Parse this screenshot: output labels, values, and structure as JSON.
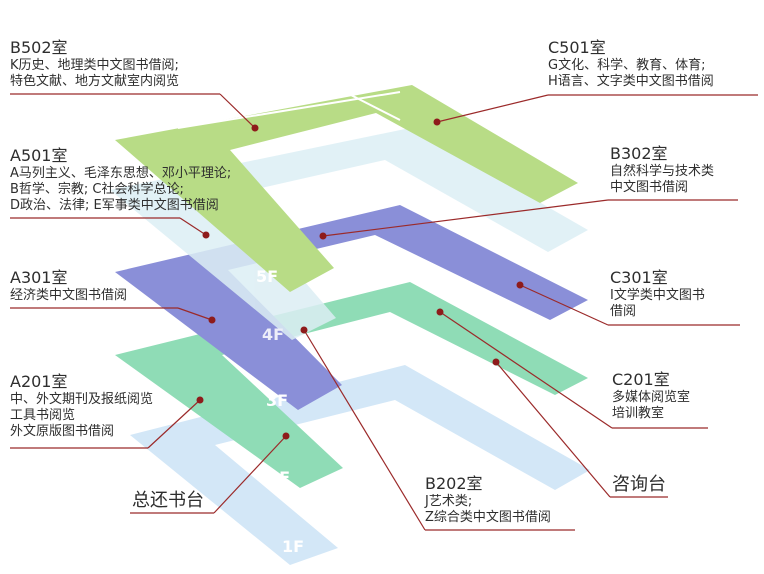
{
  "colors": {
    "floor5": "#b8dc86",
    "floor4": "#dceef4",
    "floor3": "#8a8fd8",
    "floor2": "#8fdcb6",
    "floor1": "#d3e7f7",
    "leader": "#9b2a2a"
  },
  "floors": {
    "f5": "5F",
    "f4": "4F",
    "f3": "3F",
    "f2": "2F",
    "f1": "1F"
  },
  "rooms": {
    "b502": {
      "name": "B502室",
      "lines": [
        "K历史、地理类中文图书借阅;",
        "特色文献、地方文献室内阅览"
      ]
    },
    "c501": {
      "name": "C501室",
      "lines": [
        "G文化、科学、教育、体育;",
        "H语言、文字类中文图书借阅"
      ]
    },
    "a501": {
      "name": "A501室",
      "lines": [
        "A马列主义、毛泽东思想、邓小平理论;",
        "B哲学、宗教;  C社会科学总论;",
        "D政治、法律; E军事类中文图书借阅"
      ]
    },
    "b302": {
      "name": "B302室",
      "lines": [
        "自然科学与技术类",
        "中文图书借阅"
      ]
    },
    "a301": {
      "name": "A301室",
      "lines": [
        "经济类中文图书借阅"
      ]
    },
    "c301": {
      "name": "C301室",
      "lines": [
        "I文学类中文图书",
        "借阅"
      ]
    },
    "a201": {
      "name": "A201室",
      "lines": [
        "中、外文期刊及报纸阅览",
        "工具书阅览",
        "外文原版图书借阅"
      ]
    },
    "c201": {
      "name": "C201室",
      "lines": [
        "多媒体阅览室",
        "培训教室"
      ]
    },
    "b202": {
      "name": "B202室",
      "lines": [
        "J艺术类;",
        "Z综合类中文图书借阅"
      ]
    }
  },
  "callouts": {
    "return_desk": "总还书台",
    "info_desk": "咨询台"
  }
}
